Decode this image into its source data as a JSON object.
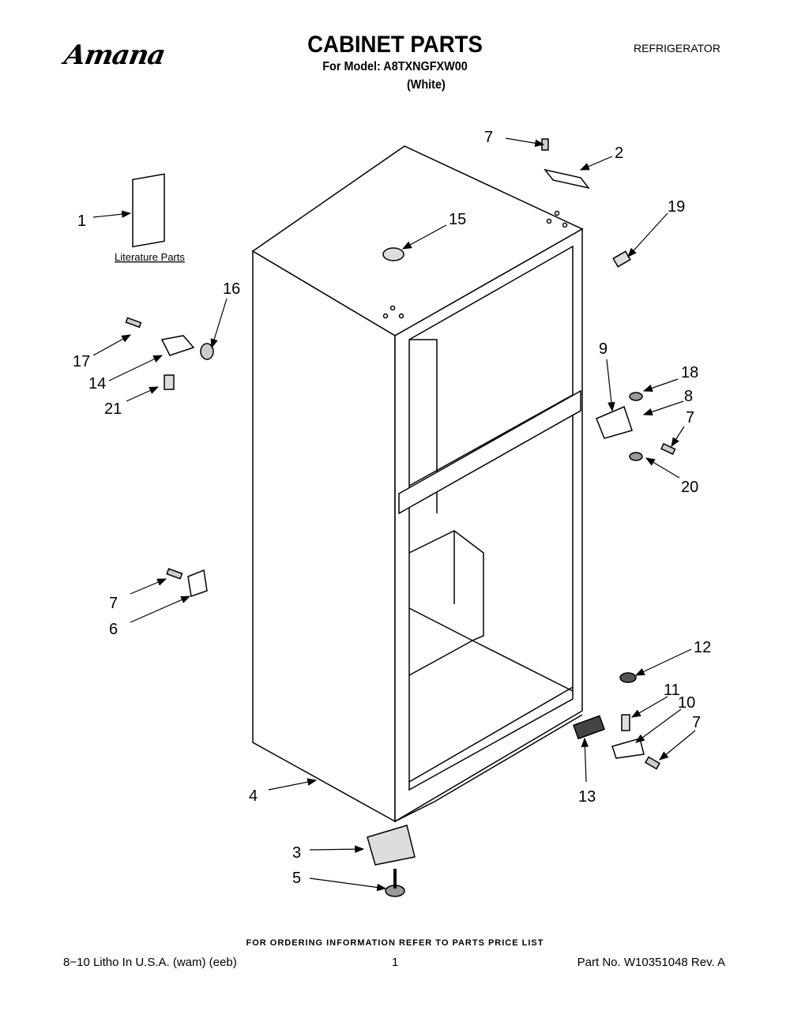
{
  "header": {
    "brand": "Amana",
    "title": "CABINET PARTS",
    "model_line": "For Model: A8TXNGFXW00",
    "color": "(White)",
    "category": "REFRIGERATOR"
  },
  "diagram": {
    "literature_label": "Literature Parts",
    "callouts": [
      "1",
      "7",
      "2",
      "19",
      "15",
      "16",
      "17",
      "14",
      "21",
      "9",
      "18",
      "8",
      "7",
      "20",
      "7",
      "6",
      "12",
      "11",
      "10",
      "7",
      "13",
      "4",
      "3",
      "5"
    ]
  },
  "footer": {
    "ordering_note": "FOR ORDERING INFORMATION REFER TO PARTS PRICE LIST",
    "litho": "8−10 Litho In U.S.A. (wam) (eeb)",
    "page": "1",
    "part_number": "Part No. W10351048 Rev. A"
  }
}
